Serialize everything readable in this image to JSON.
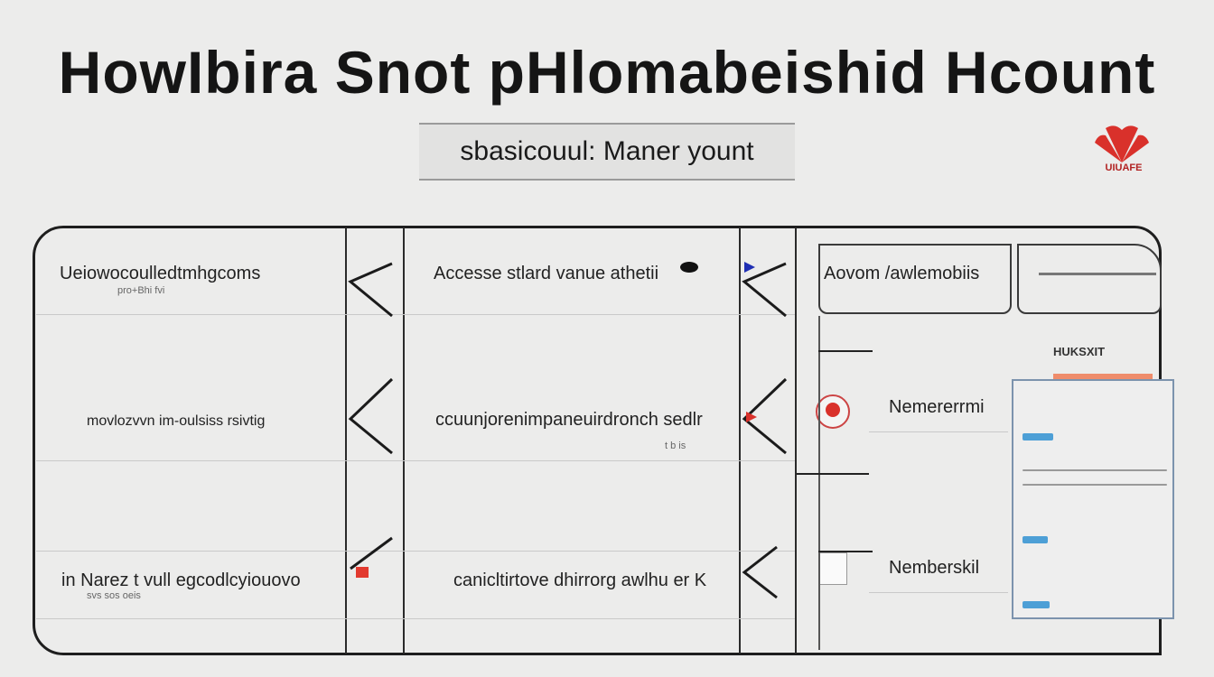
{
  "header": {
    "title": "HowIbira Snot pHlomabeishid Hcount",
    "subtitle": "sbasicouul: Maner yount"
  },
  "brand": {
    "name": "UIUAFE",
    "color": "#d9312b"
  },
  "table": {
    "rows": [
      {
        "col1": "Ueiowocoulledtmhgcoms",
        "col1_sub": "pro+Bhi fvi",
        "col2": "Accesse stlard vanue athetii",
        "col3": "Aovom /awlemobiis"
      },
      {
        "col1": "movlozvvn im-oulsiss rsivtig",
        "col2": "ccuunjorenimpaneuirdronch sedlr",
        "col2_sub": "t b is",
        "col3": "Nemererrmi"
      },
      {
        "col1": "in Narez t vull egcodlcyiouovo",
        "col1_sub": "svs sos oeis",
        "col2": "canicltirtove dhirrorg awlhu er K",
        "col3": "Nemberskil"
      }
    ],
    "side_label": "HUKSXIT"
  },
  "icons": {
    "chevrons": [
      "chevron-left-icon",
      "chevron-left-icon",
      "chevron-left-icon"
    ],
    "flag": "flag-icon",
    "badge": "badge-icon"
  }
}
